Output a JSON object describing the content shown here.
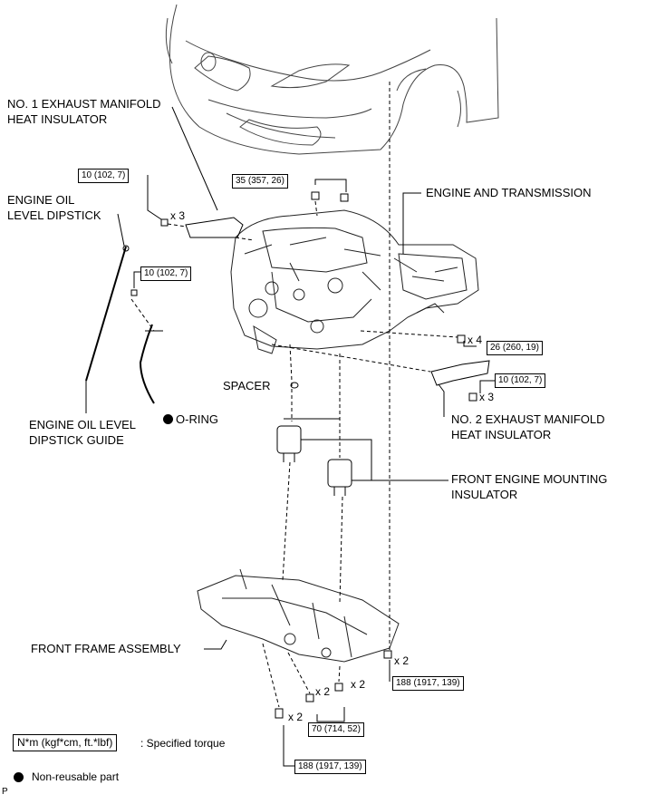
{
  "labels": {
    "exhaust1_line1": "NO. 1 EXHAUST MANIFOLD",
    "exhaust1_line2": "HEAT INSULATOR",
    "dipstick_line1": "ENGINE OIL",
    "dipstick_line2": "LEVEL DIPSTICK",
    "engine_trans": "ENGINE AND TRANSMISSION",
    "spacer": "SPACER",
    "oring": "O-RING",
    "guide_line1": "ENGINE OIL LEVEL",
    "guide_line2": "DIPSTICK GUIDE",
    "exhaust2_line1": "NO. 2 EXHAUST MANIFOLD",
    "exhaust2_line2": "HEAT INSULATOR",
    "mount_line1": "FRONT ENGINE MOUNTING",
    "mount_line2": "INSULATOR",
    "frame": "FRONT FRAME ASSEMBLY"
  },
  "torques": {
    "t_insul1": "10 (102, 7)",
    "t_guide": "10 (102, 7)",
    "t_top": "35 (357, 26)",
    "t_trans": "26 (260, 19)",
    "t_insul2": "10 (102, 7)",
    "t_frame_right": "188 (1917, 139)",
    "t_mount": "70 (714, 52)",
    "t_frame_bottom": "188 (1917, 139)"
  },
  "multipliers": {
    "m_insul1": "x 3",
    "m_trans": "x 4",
    "m_insul2": "x 3",
    "m_frame_right": "x 2",
    "m_mount_a": "x 2",
    "m_mount_b": "x 2",
    "m_frame_bottom": "x 2"
  },
  "legend": {
    "torque_box": "N*m (kgf*cm, ft.*lbf)",
    "torque_text": ": Specified torque",
    "nonreusable_text": "Non-reusable part"
  },
  "corner_mark": "P"
}
